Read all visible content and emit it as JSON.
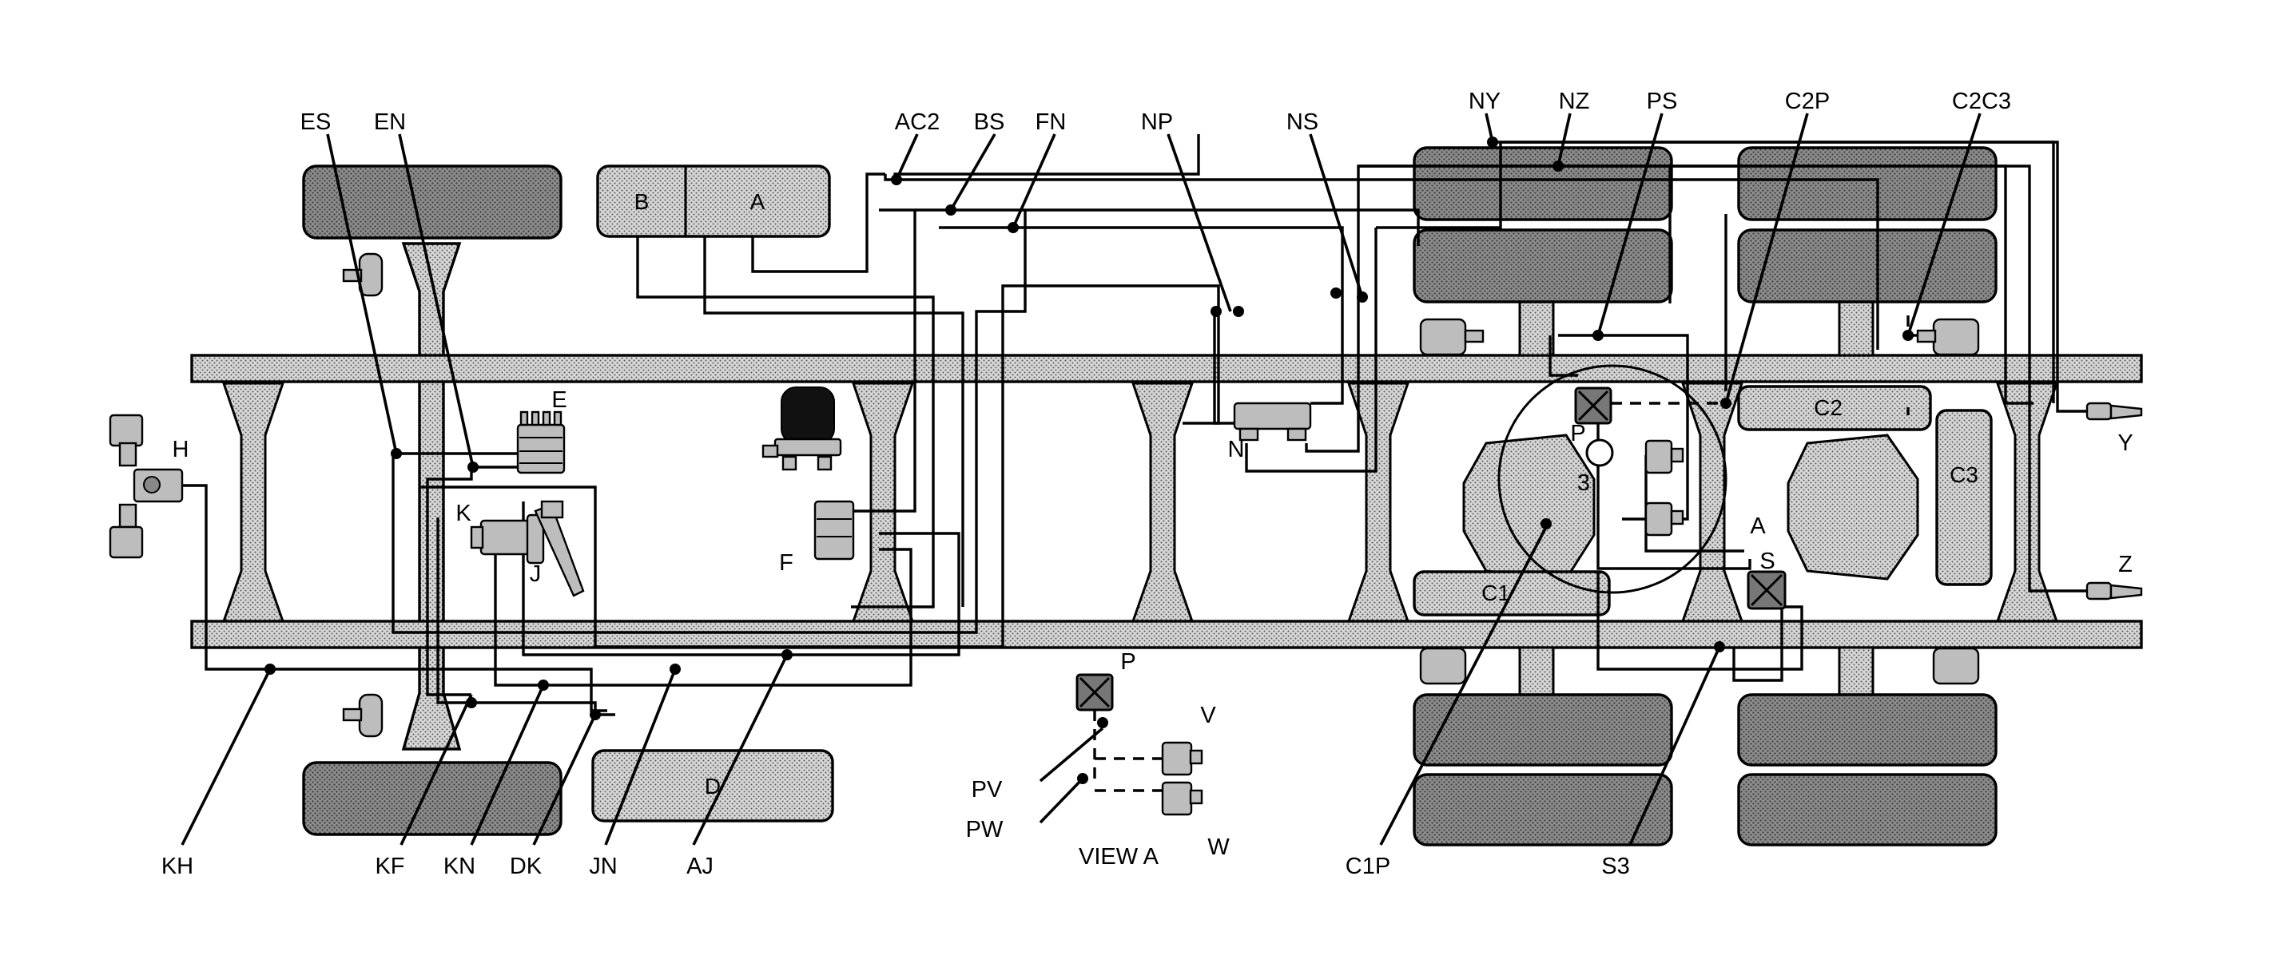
{
  "callouts": {
    "ES": "ES",
    "EN": "EN",
    "AC2": "AC2",
    "BS": "BS",
    "FN": "FN",
    "NP": "NP",
    "NS": "NS",
    "NY": "NY",
    "NZ": "NZ",
    "PS": "PS",
    "C2P": "C2P",
    "C2C3": "C2C3",
    "H": "H",
    "E": "E",
    "K": "K",
    "J": "J",
    "F": "F",
    "N": "N",
    "P": "P",
    "3": "3",
    "A": "A",
    "S": "S",
    "Y": "Y",
    "Z": "Z",
    "KH": "KH",
    "KF": "KF",
    "KN": "KN",
    "DK": "DK",
    "JN": "JN",
    "AJ": "AJ",
    "PV": "PV",
    "PW": "PW",
    "V": "V",
    "W": "W",
    "viewA": "VIEW A",
    "P2": "P",
    "C1P": "C1P",
    "S3": "S3"
  },
  "tanks": {
    "A": "A",
    "B": "B",
    "C1": "C1",
    "C2": "C2",
    "C3": "C3",
    "D": "D"
  }
}
